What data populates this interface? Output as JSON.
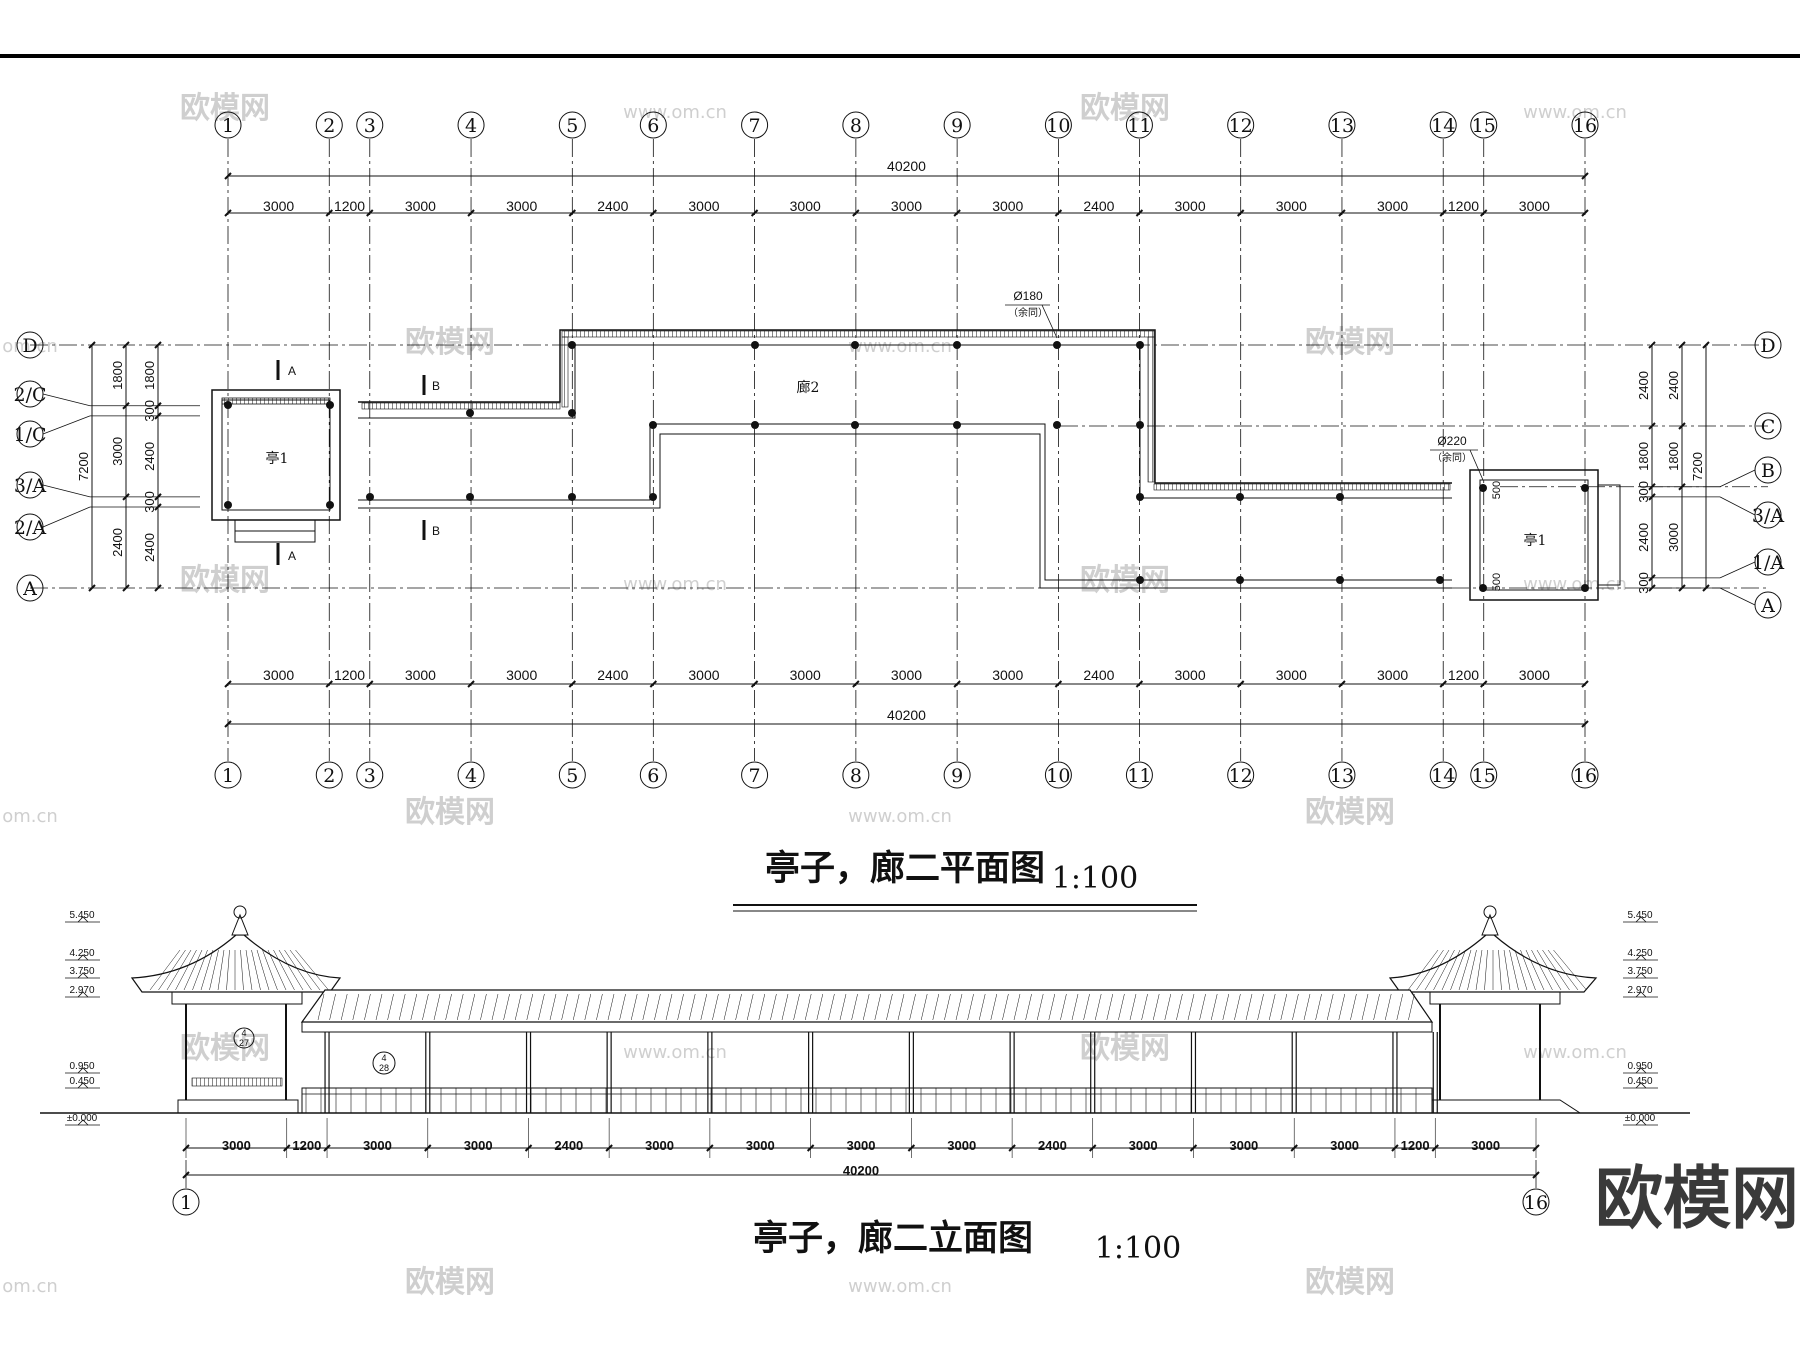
{
  "axes": {
    "labels": [
      "1",
      "2",
      "3",
      "4",
      "5",
      "6",
      "7",
      "8",
      "9",
      "10",
      "11",
      "12",
      "13",
      "14",
      "15",
      "16"
    ],
    "spacings": [
      "3000",
      "1200",
      "3000",
      "3000",
      "2400",
      "3000",
      "3000",
      "3000",
      "3000",
      "2400",
      "3000",
      "3000",
      "3000",
      "1200",
      "3000"
    ],
    "overall": "40200"
  },
  "left_rows": [
    "D",
    "2/C",
    "1/C",
    "3/A",
    "2/A",
    "A"
  ],
  "right_rows": [
    "D",
    "C",
    "B",
    "3/A",
    "1/A",
    "A"
  ],
  "left_dims": {
    "outer": "7200",
    "a": "1800",
    "b": "3000",
    "c": "2400",
    "i1": "1800",
    "i2": "300",
    "i3": "2400",
    "i4": "300",
    "i5": "2400"
  },
  "right_dims": {
    "outer": "7200",
    "a": "2400",
    "b": "1800",
    "c": "3000",
    "i1": "2400",
    "i2": "1800",
    "i3": "300",
    "i4": "2400",
    "i5": "300"
  },
  "plan": {
    "title": "亭子，廊二平面图",
    "scale": "1:100",
    "pavilion_label": "亭1",
    "corridor_label": "廊2",
    "col_note_1": "Ø180",
    "col_note_1b": "（余同）",
    "col_note_2": "Ø220",
    "col_note_2b": "（余同）",
    "section_a": "A",
    "section_b": "B",
    "dim_500a": "500",
    "dim_500b": "500"
  },
  "elevation": {
    "title": "亭子，廊二立面图",
    "scale": "1:100",
    "levels": [
      "5.450",
      "4.250",
      "3.750",
      "2.970",
      "0.950",
      "0.450",
      "±0.000"
    ],
    "spacings": [
      "3000",
      "1200",
      "3000",
      "3000",
      "2400",
      "3000",
      "3000",
      "3000",
      "3000",
      "2400",
      "3000",
      "3000",
      "3000",
      "1200",
      "3000"
    ],
    "overall": "40200",
    "axis_left": "1",
    "axis_right": "16",
    "detail_ref_1": "4",
    "detail_ref_1b": "27",
    "detail_ref_2": "4",
    "detail_ref_2b": "28"
  },
  "watermarks": {
    "brand": "欧模网",
    "site": "www.om.cn",
    "site_short": "om.cn"
  }
}
